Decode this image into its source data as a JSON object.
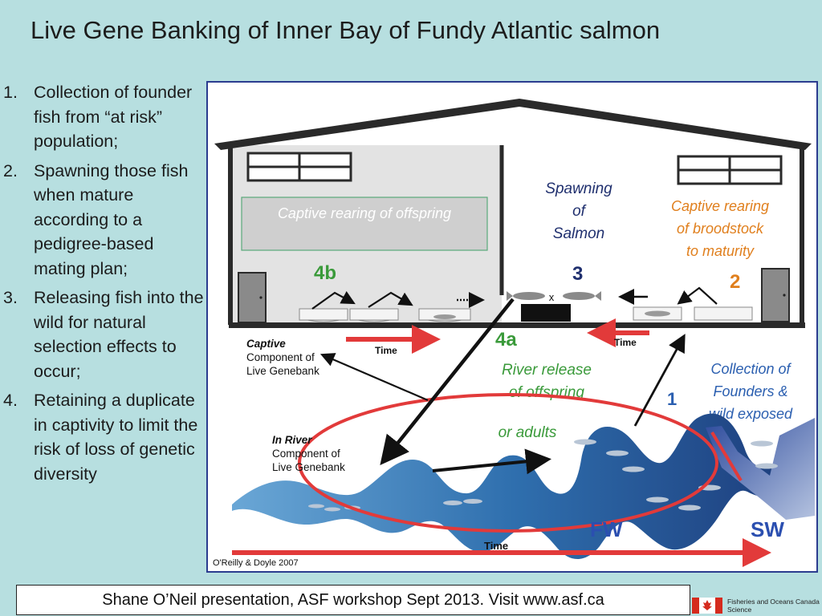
{
  "title": "Live Gene Banking of Inner Bay of Fundy Atlantic salmon",
  "steps": [
    {
      "num": "1.",
      "text": "Collection of founder fish from “at risk” population;"
    },
    {
      "num": "2.",
      "text": "Spawning those fish when mature according to a pedigree-based mating plan;"
    },
    {
      "num": "3.",
      "text": "Releasing fish into the wild for natural selection effects to occur;"
    },
    {
      "num": "4.",
      "text": "Retaining a duplicate in captivity to limit the risk of loss of genetic diversity"
    }
  ],
  "diagram": {
    "captive_rearing_offspring": "Captive rearing of offspring",
    "label_4b": "4b",
    "spawning": [
      "Spawning",
      "of",
      "Salmon"
    ],
    "label_3": "3",
    "cross": "x",
    "broodstock": [
      "Captive rearing",
      "of broodstock",
      "to maturity"
    ],
    "label_2": "2",
    "captive_component": [
      "Captive",
      "Component of",
      "Live Genebank"
    ],
    "time": "Time",
    "label_4a": "4a",
    "river_release": [
      "River release",
      "of offspring"
    ],
    "or_adults": "or adults",
    "label_1": "1",
    "collection": [
      "Collection of",
      "Founders &",
      "wild exposed"
    ],
    "in_river": [
      "In River",
      "Component of",
      "Live Genebank"
    ],
    "fw": "FW",
    "sw": "SW",
    "credit": "O'Reilly & Doyle 2007",
    "colors": {
      "green": "#3a9a3a",
      "orange": "#e07f1d",
      "navy": "#1f2f6e",
      "blue": "#2b5fb0",
      "red": "#e23a3a",
      "river": "#2f6fae"
    }
  },
  "footer": "Shane O’Neil presentation, ASF workshop Sept 2013. Visit  www.asf.ca",
  "logo": {
    "icon": "canada-flag-icon",
    "line1": "Fisheries and Oceans Canada",
    "line2": "Science"
  }
}
